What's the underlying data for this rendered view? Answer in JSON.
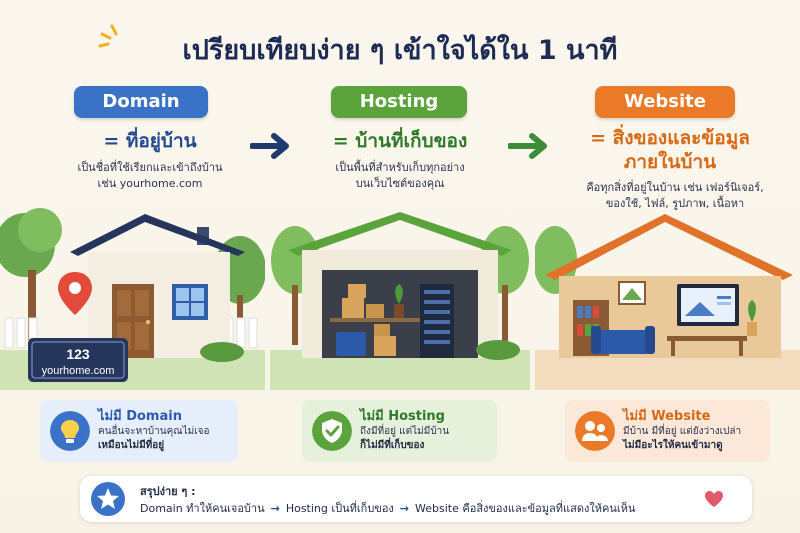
{
  "title": {
    "text": "เปรียบเทียบง่าย ๆ เข้าใจได้ใน ",
    "highlight": "1 นาที"
  },
  "columns": [
    {
      "badge": "Domain",
      "subtitle": "= ที่อยู่บ้าน",
      "desc_line1": "เป็นชื่อที่ใช้เรียกและเข้าถึงบ้าน",
      "desc_line2": "เช่น yourhome.com",
      "sign_number": "123",
      "sign_domain": "yourhome.com",
      "color": "#3a72c8"
    },
    {
      "badge": "Hosting",
      "subtitle": "= บ้านที่เก็บของ",
      "desc_line1": "เป็นพื้นที่สำหรับเก็บทุกอย่าง",
      "desc_line2": "บนเว็บไซต์ของคุณ",
      "color": "#5aa43b"
    },
    {
      "badge": "Website",
      "subtitle_line1": "= สิ่งของและข้อมูล",
      "subtitle_line2": "ภายในบ้าน",
      "desc_line1": "คือทุกสิ่งที่อยู่ในบ้าน เช่น เฟอร์นิเจอร์,",
      "desc_line2": "ของใช้, ไฟล์, รูปภาพ, เนื้อหา",
      "color": "#ea7a27"
    }
  ],
  "cards": [
    {
      "title": "ไม่มี Domain",
      "line1": "คนอื่นจะหาบ้านคุณไม่เจอ",
      "line2": "เหมือนไม่มีที่อยู่",
      "icon": "lightbulb-icon"
    },
    {
      "title": "ไม่มี Hosting",
      "line1": "ถึงมีที่อยู่ แต่ไม่มีบ้าน",
      "line2": "ก็ไม่มีที่เก็บของ",
      "icon": "shield-check-icon"
    },
    {
      "title": "ไม่มี Website",
      "line1": "มีบ้าน มีที่อยู่ แต่ยังว่างเปล่า",
      "line2": "ไม่มีอะไรให้คนเข้ามาดู",
      "icon": "users-icon"
    }
  ],
  "summary": {
    "title": "สรุปง่าย ๆ :",
    "part1": "Domain ทำให้คนเจอบ้าน",
    "part2": "Hosting เป็นที่เก็บของ",
    "part3": "Website คือสิ่งของและข้อมูลที่แสดงให้คนเห็น",
    "icons": [
      "star-icon",
      "heart-icon"
    ]
  },
  "colors": {
    "navy": "#1e2c55",
    "blue": "#3a72c8",
    "green": "#5aa43b",
    "orange": "#ea7a27"
  }
}
